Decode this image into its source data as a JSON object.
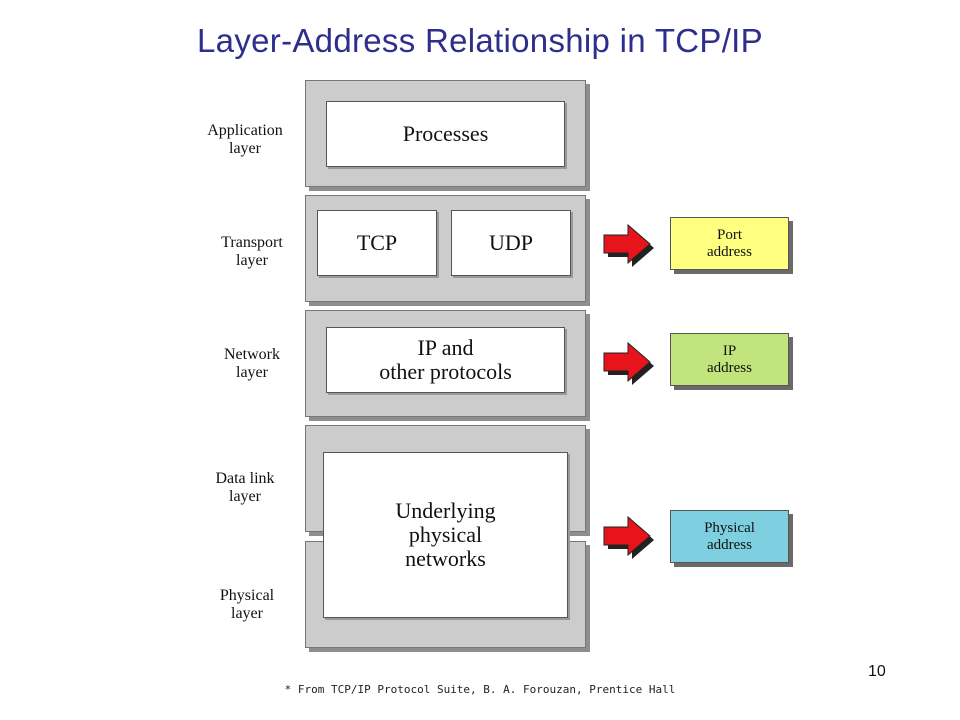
{
  "title": "Layer-Address Relationship in TCP/IP",
  "layers": {
    "application": "Application\nlayer",
    "transport": "Transport\nlayer",
    "network": "Network\nlayer",
    "datalink": "Data link\nlayer",
    "physical": "Physical\nlayer"
  },
  "boxes": {
    "processes": "Processes",
    "tcp": "TCP",
    "udp": "UDP",
    "ip": "IP and\nother protocols",
    "underlying": "Underlying\nphysical\nnetworks"
  },
  "addresses": {
    "port": {
      "label": "Port\naddress",
      "color": "#ffff80"
    },
    "ip": {
      "label": "IP\naddress",
      "color": "#c2e47c"
    },
    "physical": {
      "label": "Physical\naddress",
      "color": "#7ecfe0"
    }
  },
  "colors": {
    "arrow": "#e8141c",
    "band": "#cccccc",
    "title": "#2e2e8c"
  },
  "footnote": "* From TCP/IP Protocol Suite, B. A. Forouzan, Prentice Hall",
  "page_number": "10"
}
